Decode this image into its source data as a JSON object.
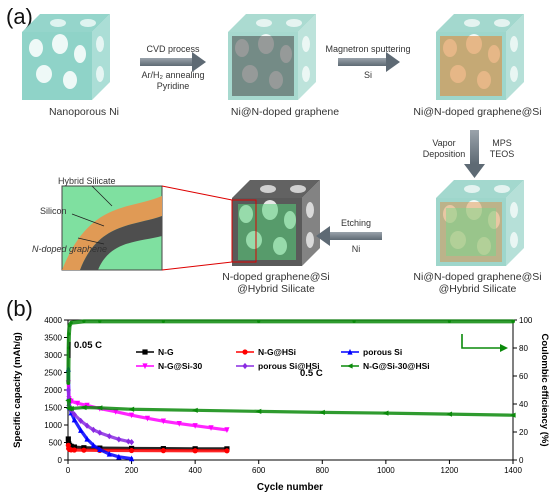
{
  "panel_a": {
    "label": "(a)",
    "cubes": [
      {
        "caption_lines": [
          "Nanoporous Ni"
        ],
        "material": "teal"
      },
      {
        "caption_lines": [
          "Ni@N-doped graphene"
        ],
        "material": "gray"
      },
      {
        "caption_lines": [
          "Ni@N-doped graphene@Si"
        ],
        "material": "orange"
      },
      {
        "caption_lines": [
          "Ni@N-doped graphene@Si",
          "@Hybrid Silicate"
        ],
        "material": "orange-green"
      },
      {
        "caption_lines": [
          "N-doped graphene@Si",
          "@Hybrid Silicate"
        ],
        "material": "gray-green"
      }
    ],
    "steps": [
      {
        "above": [
          "CVD process"
        ],
        "below": [
          "Ar/H₂ annealing",
          "Pyridine"
        ]
      },
      {
        "above": [
          "Magnetron sputtering"
        ],
        "below": [
          "Si"
        ]
      },
      {
        "left": [
          "Vapor",
          "Deposition"
        ],
        "right": [
          "MPS",
          "TEOS"
        ]
      },
      {
        "above": [
          "Etching"
        ],
        "below": [
          "Ni"
        ]
      }
    ],
    "inset_labels": [
      "Hybrid Silicate",
      "Silicon",
      "N-doped graphene"
    ]
  },
  "panel_b": {
    "label": "(b)",
    "annotations": [
      "0.05 C",
      "0.5 C"
    ],
    "colors": {
      "N-G": "#000000",
      "N-G@HSi": "#ff0000",
      "porous Si": "#0000ff",
      "N-G@Si-30": "#ff00ff",
      "porous Si@HSi": "#8a2be2",
      "N-G@Si-30@HSi": "#0a8a0a"
    }
  },
  "chart_data": {
    "type": "scatter",
    "xlabel": "Cycle number",
    "ylabel": "Specific capacity (mAh/g)",
    "y2label": "Coulombic efficiency (%)",
    "xlim": [
      0,
      1400
    ],
    "ylim": [
      0,
      4000
    ],
    "y2lim": [
      0,
      100
    ],
    "xticks": [
      0,
      200,
      400,
      600,
      800,
      1000,
      1200,
      1400
    ],
    "yticks": [
      0,
      500,
      1000,
      1500,
      2000,
      2500,
      3000,
      3500,
      4000
    ],
    "y2ticks": [
      0,
      20,
      40,
      60,
      80,
      100
    ],
    "legend": "upper-center",
    "series": [
      {
        "name": "N-G",
        "axis": "left",
        "x": [
          1,
          2,
          5,
          10,
          20,
          50,
          100,
          200,
          300,
          400,
          500
        ],
        "y": [
          600,
          470,
          420,
          390,
          370,
          350,
          340,
          330,
          325,
          320,
          318
        ]
      },
      {
        "name": "N-G@HSi",
        "axis": "left",
        "x": [
          1,
          2,
          5,
          10,
          20,
          50,
          100,
          200,
          300,
          400,
          500
        ],
        "y": [
          420,
          330,
          300,
          290,
          285,
          280,
          275,
          270,
          268,
          265,
          262
        ]
      },
      {
        "name": "porous Si",
        "axis": "left",
        "x": [
          1,
          3,
          5,
          10,
          20,
          40,
          60,
          80,
          100,
          130,
          160,
          200
        ],
        "y": [
          2600,
          1800,
          1500,
          1350,
          1150,
          850,
          600,
          420,
          300,
          170,
          90,
          40
        ]
      },
      {
        "name": "N-G@Si-30",
        "axis": "left",
        "x": [
          1,
          3,
          5,
          10,
          30,
          60,
          100,
          150,
          200,
          250,
          300,
          350,
          400,
          450,
          500
        ],
        "y": [
          2200,
          1750,
          1700,
          1680,
          1620,
          1560,
          1470,
          1380,
          1280,
          1190,
          1110,
          1040,
          980,
          920,
          860
        ]
      },
      {
        "name": "porous Si@HSi",
        "axis": "left",
        "x": [
          1,
          3,
          5,
          10,
          20,
          40,
          60,
          80,
          100,
          130,
          160,
          190,
          200
        ],
        "y": [
          2000,
          1560,
          1500,
          1420,
          1300,
          1120,
          980,
          860,
          780,
          680,
          590,
          530,
          510
        ]
      },
      {
        "name": "N-G@Si-30@HSi",
        "axis": "left",
        "x": [
          1,
          3,
          5,
          10,
          50,
          100,
          200,
          400,
          600,
          800,
          1000,
          1200,
          1400
        ],
        "y": [
          1700,
          1480,
          1460,
          1470,
          1500,
          1490,
          1450,
          1420,
          1390,
          1360,
          1340,
          1310,
          1280
        ]
      },
      {
        "name": "Coulombic efficiency",
        "axis": "right",
        "x": [
          1,
          2,
          3,
          5,
          10,
          50,
          100,
          300,
          600,
          900,
          1200,
          1400
        ],
        "y": [
          55,
          80,
          90,
          96,
          98,
          99,
          99,
          99,
          99,
          99,
          99,
          99
        ]
      }
    ]
  }
}
